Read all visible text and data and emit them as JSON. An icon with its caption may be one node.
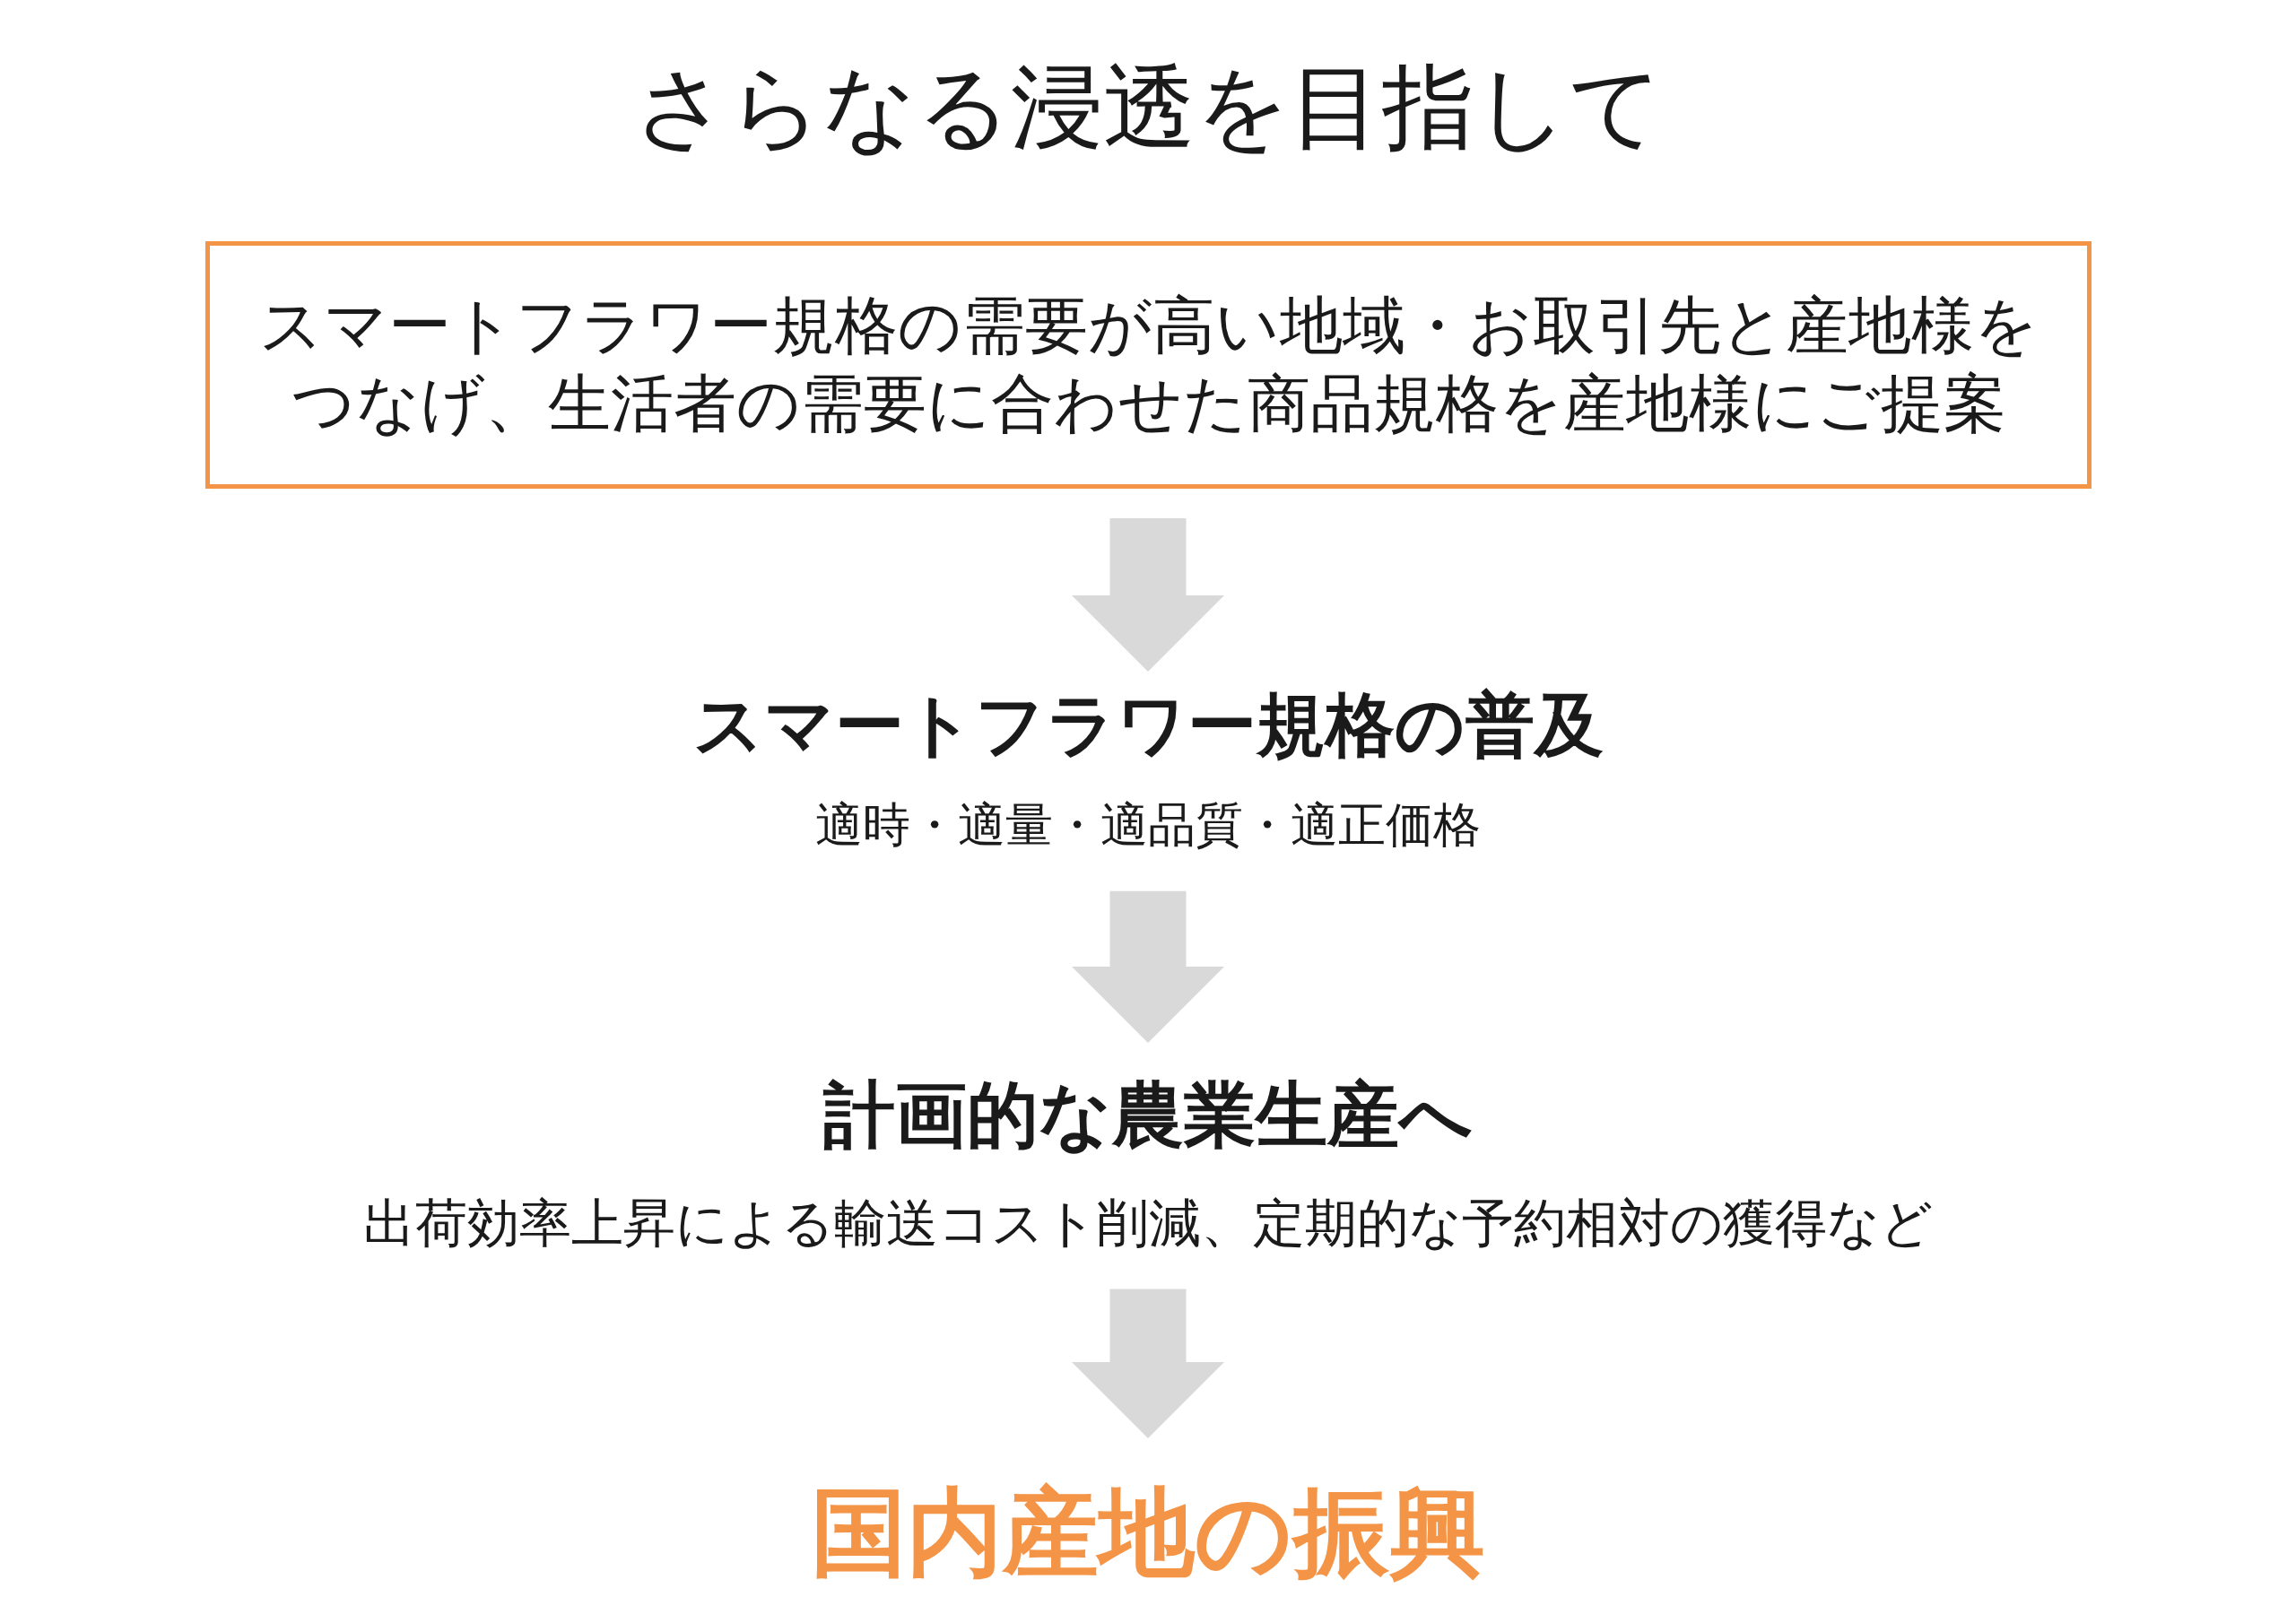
{
  "diagram": {
    "title": "さらなる浸透を目指して",
    "nodes": [
      {
        "text": [
          "スマートフラワー規格の需要が高い地域・お取引先と産地様をつなげ、生活者の需要に合わせた商品規格を産地様にご提案"
        ]
      },
      {
        "text": [
          "スマートフラワー規格の普及",
          "適時・適量・適品質・適正価格"
        ]
      },
      {
        "text": [
          "計画的な農業生産へ",
          "出荷効率上昇による輸送コスト削減、定期的な予約相対の獲得など"
        ]
      },
      {
        "text": [
          "国内産地の振興"
        ]
      }
    ],
    "edges": [
      {
        "from": 0,
        "to": 1,
        "arrow": "to"
      },
      {
        "from": 1,
        "to": 2,
        "arrow": "to"
      },
      {
        "from": 2,
        "to": 3,
        "arrow": "to"
      }
    ]
  }
}
